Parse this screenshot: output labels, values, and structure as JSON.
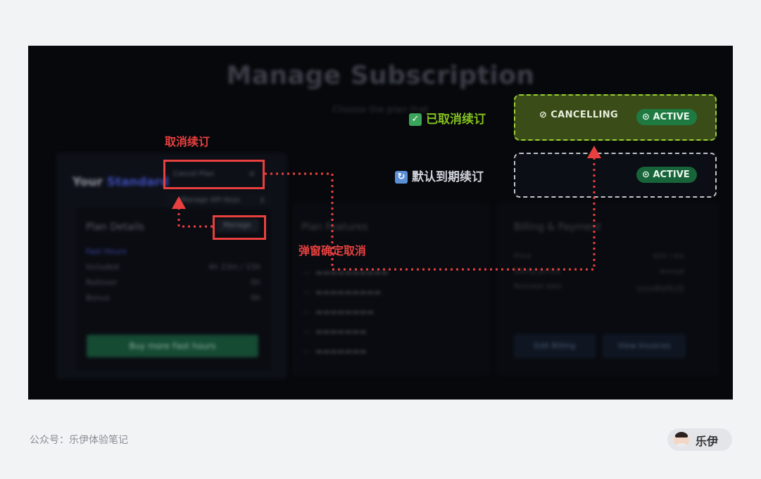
{
  "background": {
    "page_title": "Manage Subscription",
    "page_subtitle": "Choose the plan that",
    "plan_heading_prefix": "Your",
    "plan_heading_accent": "Standard",
    "menu": {
      "cancel_plan": "Cancel Plan",
      "api_keys": "Manage API Keys"
    },
    "plan_details": {
      "title": "Plan Details",
      "manage_label": "Manage",
      "section_label": "Fast Hours",
      "rows": [
        {
          "label": "Included",
          "value": "4h 23m / 15h"
        },
        {
          "label": "Rollover",
          "value": "0h"
        },
        {
          "label": "Bonus",
          "value": "0h"
        }
      ],
      "buy_button": "Buy more Fast hours"
    },
    "plan_features": {
      "title": "Plan Features"
    },
    "billing": {
      "title": "Billing & Payment",
      "rows": [
        {
          "label": "Price",
          "value": "$24 / mo"
        },
        {
          "label": "Billing period",
          "value": "Annual"
        },
        {
          "label": "Renewal date",
          "value": "2024年8月2日"
        }
      ],
      "edit_button": "Edit Billing",
      "invoices_button": "View Invoices"
    }
  },
  "status_cancelling": {
    "cancelling_label": "CANCELLING",
    "active_label": "ACTIVE"
  },
  "status_active": {
    "active_label": "ACTIVE"
  },
  "annotations": {
    "cancel_renewal": "取消续订",
    "popup_confirm": "弹窗确定取消",
    "cancelled_renewal": "已取消续订",
    "default_renewal": "默认到期续订"
  },
  "footer": {
    "account": "公众号：乐伊体验笔记",
    "author": "乐伊"
  },
  "colors": {
    "annotation_red": "#e8403f",
    "annotation_green": "#83c21e",
    "active_green": "#1f7a42",
    "cancelling_bg": "#3a4d18"
  }
}
